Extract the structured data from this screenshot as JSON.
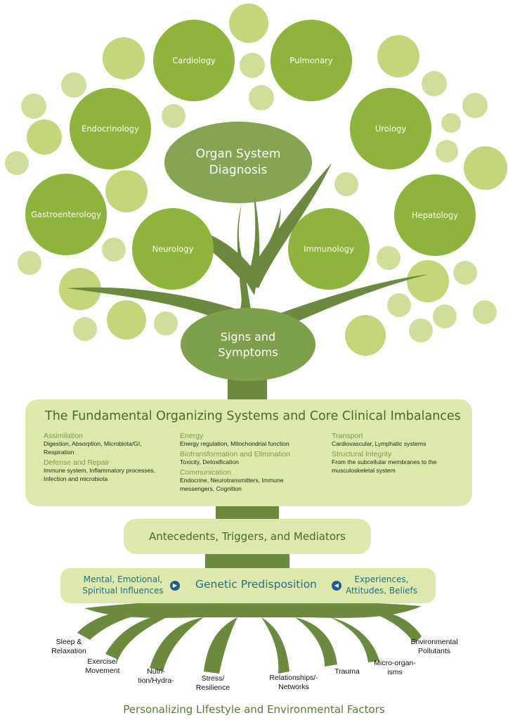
{
  "colors": {
    "dark_green": "#6b8f3a",
    "medium_green": "#8fb43c",
    "pale_green": "#dce8ac",
    "blue": "#1f6f95"
  },
  "organs": [
    {
      "key": "cardiology",
      "label": "Cardiology"
    },
    {
      "key": "pulmonary",
      "label": "Pulmonary"
    },
    {
      "key": "endocrinology",
      "label": "Endocrinology"
    },
    {
      "key": "urology",
      "label": "Urology"
    },
    {
      "key": "gastroenterology",
      "label": "Gastroenterology"
    },
    {
      "key": "hepatology",
      "label": "Hepatology"
    },
    {
      "key": "neurology",
      "label": "Neurology"
    },
    {
      "key": "immunology",
      "label": "Immunology"
    }
  ],
  "organ_system": {
    "line1": "Organ System",
    "line2": "Diagnosis"
  },
  "signs": {
    "line1": "Signs and",
    "line2": "Symptoms"
  },
  "fundamental": {
    "title": "The Fundamental Organizing Systems and Core Clinical Imbalances",
    "col1": [
      {
        "heading": "Assimilation",
        "text": "Digestion, Absorption, Microbiota/GI, Respiration"
      },
      {
        "heading": "Defense and Repair",
        "text": "Immune system, Inflammatory processes, Infection and microbiota"
      }
    ],
    "col2": [
      {
        "heading": "Energy",
        "text": "Energy regulation, Mitochondrial function"
      },
      {
        "heading": "Biotransformation and Elimination",
        "text": "Toxicity, Detoxification"
      },
      {
        "heading": "Communication",
        "text": "Endocrine, Neurotransmitters, Immune messengers, Cognition"
      }
    ],
    "col3": [
      {
        "heading": "Transport",
        "text": "Cardiovascular, Lymphatic systems"
      },
      {
        "heading": "Structural Integrity",
        "text": "From the subcellular membranes to the musculoskeletal system"
      }
    ]
  },
  "antecedents": "Antecedents, Triggers, and Mediators",
  "genetic": {
    "left_line1": "Mental, Emotional,",
    "left_line2": "Spiritual Influences",
    "center": "Genetic Predisposition",
    "right_line1": "Experiences,",
    "right_line2": "Attitudes, Beliefs"
  },
  "roots": [
    {
      "key": "sleep",
      "line1": "Sleep &",
      "line2": "Relaxation"
    },
    {
      "key": "exercise",
      "line1": "Exercise/",
      "line2": "Movement"
    },
    {
      "key": "nutrition",
      "line1": "Nutri-",
      "line2": "tion/Hydra-"
    },
    {
      "key": "stress",
      "line1": "Stress/",
      "line2": "Resilience"
    },
    {
      "key": "relationships",
      "line1": "Relationships/-",
      "line2": "Networks"
    },
    {
      "key": "trauma",
      "line1": "Trauma",
      "line2": ""
    },
    {
      "key": "microorganisms",
      "line1": "Micro-organ-",
      "line2": "isms"
    },
    {
      "key": "environmental",
      "line1": "Environmental",
      "line2": "Pollutants"
    }
  ],
  "footer": "Personalizing LIfestyle and Environmental Factors"
}
